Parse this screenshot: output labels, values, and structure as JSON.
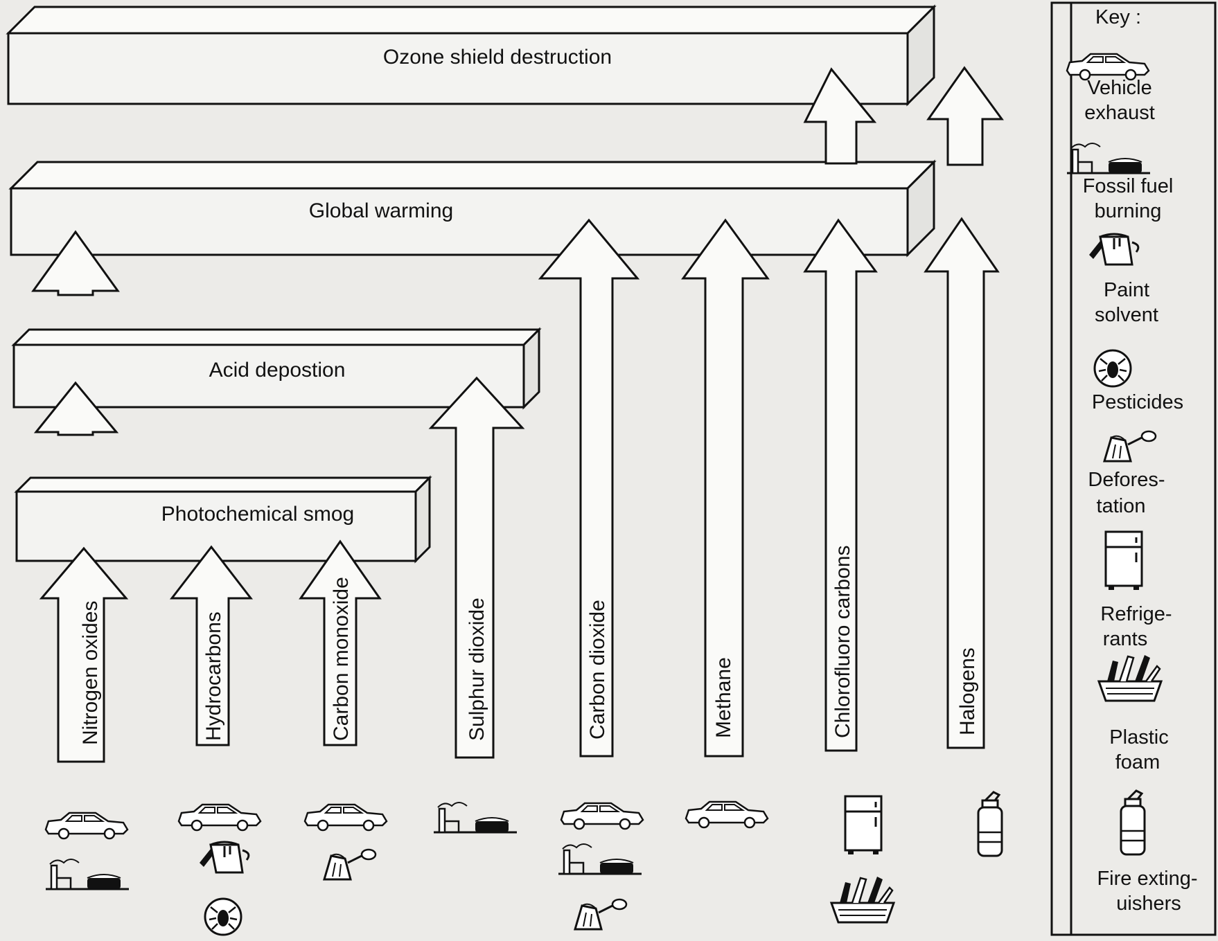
{
  "effects": {
    "ozone": "Ozone shield destruction",
    "global_warming": "Global warming",
    "acid": "Acid depostion",
    "smog": "Photochemical smog"
  },
  "pollutants": [
    {
      "label": "Nitrogen oxides"
    },
    {
      "label": "Hydrocarbons"
    },
    {
      "label": "Carbon monoxide"
    },
    {
      "label": "Sulphur dioxide"
    },
    {
      "label": "Carbon dioxide"
    },
    {
      "label": "Methane"
    },
    {
      "label": "Chlorofluoro carbons"
    },
    {
      "label": "Halogens"
    }
  ],
  "key": {
    "title": "Key :",
    "items": [
      {
        "lines": [
          "Vehicle",
          "exhaust"
        ],
        "icon": "car-icon"
      },
      {
        "lines": [
          "Fossil fuel",
          "burning"
        ],
        "icon": "factory-icon"
      },
      {
        "lines": [
          "Paint",
          "solvent"
        ],
        "icon": "paint-can-icon"
      },
      {
        "lines": [
          "Pesticides"
        ],
        "icon": "bug-icon"
      },
      {
        "lines": [
          "Defores-",
          "tation"
        ],
        "icon": "tree-stump-icon"
      },
      {
        "lines": [
          "Refrige-",
          "rants"
        ],
        "icon": "refrigerator-icon"
      },
      {
        "lines": [
          "Plastic",
          "foam"
        ],
        "icon": "plastic-basket-icon"
      },
      {
        "lines": [
          "Fire exting-",
          "uishers"
        ],
        "icon": "fire-extinguisher-icon"
      }
    ]
  }
}
